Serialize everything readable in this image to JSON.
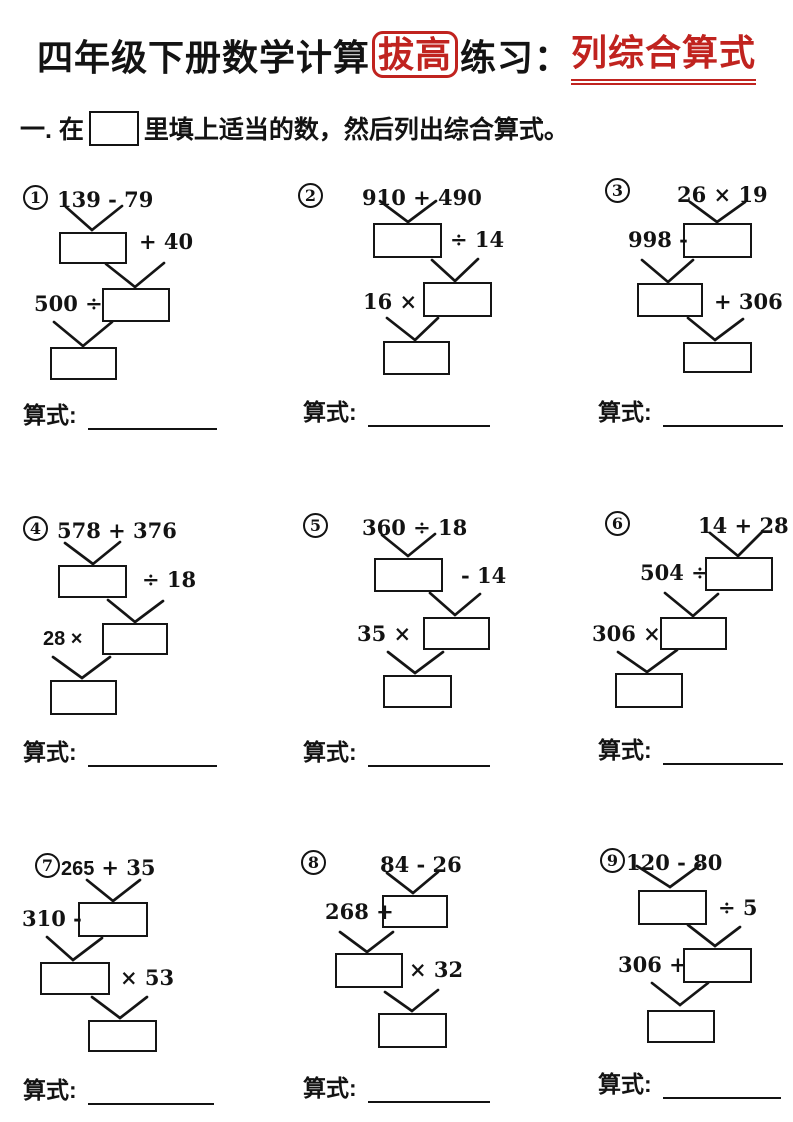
{
  "page": {
    "background": "#ffffff",
    "text_color": "#131313",
    "accent_color": "#c0231f",
    "title": {
      "prefix": "四年级下册数学计算",
      "boxed": "拔高",
      "middle": "练习：",
      "underlined": "列综合算式"
    },
    "instruction": {
      "prefix": "一. 在",
      "suffix": "里填上适当的数，然后列出综合算式。"
    },
    "equation_label": "算式:"
  },
  "problems": [
    {
      "number": "1",
      "expression": "139 - 79",
      "op1": "+ 40",
      "op1_side": "right",
      "op2": "500 ÷",
      "op2_side": "left"
    },
    {
      "number": "2",
      "expression": "910 + 490",
      "op1": "÷ 14",
      "op1_side": "right",
      "op2": "16 ×",
      "op2_side": "left"
    },
    {
      "number": "3",
      "expression": "26 × 19",
      "op1": "998 -",
      "op1_side": "left",
      "op2": "+ 306",
      "op2_side": "right"
    },
    {
      "number": "4",
      "expression": "578 + 376",
      "op1": "÷ 18",
      "op1_side": "right",
      "op2": "28 ×",
      "op2_side": "left"
    },
    {
      "number": "5",
      "expression": "360 ÷ 18",
      "op1": "- 14",
      "op1_side": "right",
      "op2": "35 ×",
      "op2_side": "left"
    },
    {
      "number": "6",
      "expression": "14 + 28",
      "op1": "504 ÷",
      "op1_side": "left",
      "op2": "306 ×",
      "op2_side": "left"
    },
    {
      "number": "7",
      "expression_bold": "265",
      "expression_rest": "+ 35",
      "op1": "310 -",
      "op1_side": "left",
      "op2": "× 53",
      "op2_side": "right"
    },
    {
      "number": "8",
      "expression": "84 - 26",
      "op1": "268 +",
      "op1_side": "left",
      "op2": "× 32",
      "op2_side": "right"
    },
    {
      "number": "9",
      "expression": "120 - 80",
      "op1": "÷ 5",
      "op1_side": "right",
      "op2": "306 +",
      "op2_side": "left"
    }
  ]
}
